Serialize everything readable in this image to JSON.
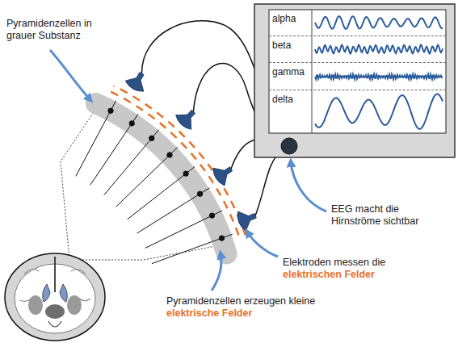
{
  "diagram": {
    "nodes": [
      {
        "text": [
          "alpha"
        ]
      },
      {
        "text": [
          "beta"
        ]
      },
      {
        "text": [
          "gamma"
        ]
      },
      {
        "text": [
          "delta"
        ]
      }
    ],
    "labels": [
      "Pyramidenzellen in grauer Substanz",
      "EEG macht die Hirnströme sichtbar",
      "Elektroden messen die",
      "elektrischen Felder",
      "Pyramidenzellen erzeugen kleine",
      "elektrische Felder"
    ]
  }
}
